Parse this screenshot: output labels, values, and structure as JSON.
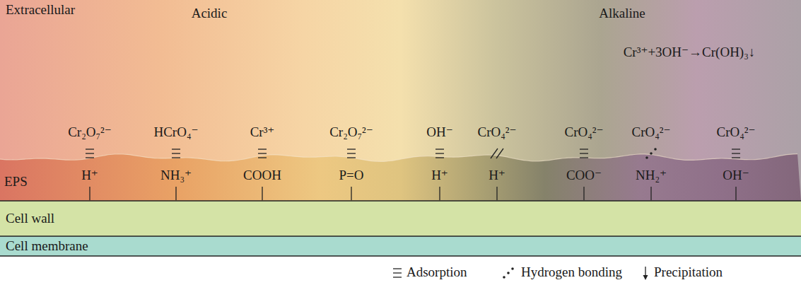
{
  "diagram": {
    "nodes": [
      {
        "text": [
          "Extracellular"
        ]
      },
      {
        "text": [
          "EPS"
        ]
      },
      {
        "text": [
          "Cell wall"
        ]
      },
      {
        "text": [
          "Cell membrane"
        ]
      }
    ],
    "labels": [
      "Acidic",
      "Alkaline",
      "Cr³⁺+3OH⁻→Cr(OH)₃↓",
      "Cr₂O₇²⁻",
      "H⁺",
      "HCrO₄⁻",
      "NH₃⁺",
      "Cr³⁺",
      "COOH",
      "Cr₂O₇²⁻",
      "P=O",
      "OH⁻",
      "H⁺",
      "CrO₄²⁻",
      "H⁺",
      "CrO₄²⁻",
      "COO⁻",
      "CrO₄²⁻",
      "NH₂⁺",
      "CrO₄²⁻",
      "OH⁻"
    ],
    "legend": [
      {
        "text": "Adsorption"
      },
      {
        "text": "Hydrogen bonding"
      },
      {
        "text": "Precipitation"
      }
    ]
  }
}
